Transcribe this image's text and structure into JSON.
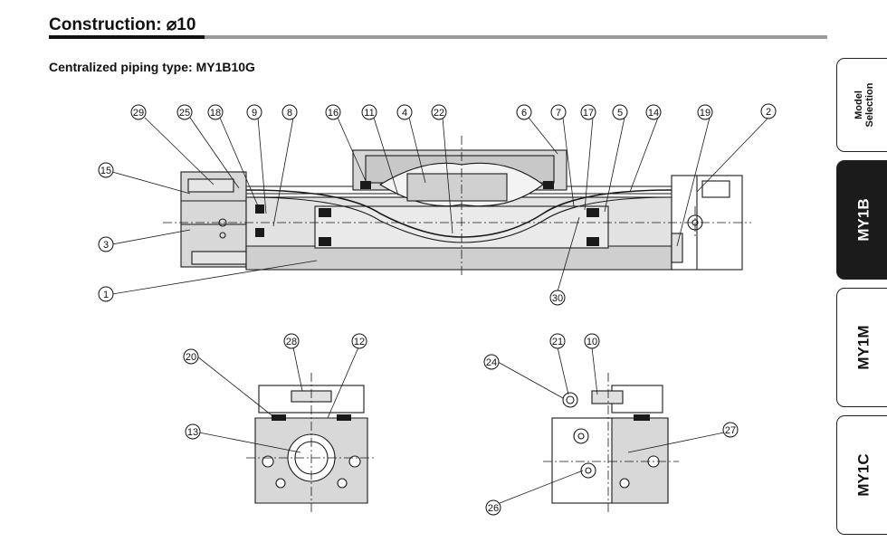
{
  "header": {
    "title": "Construction: ⌀10",
    "subtitle": "Centralized piping type: MY1B10G"
  },
  "callouts": {
    "top": [
      "29",
      "25",
      "18",
      "9",
      "8",
      "16",
      "11",
      "4",
      "22",
      "6",
      "7",
      "17",
      "5",
      "14",
      "19",
      "2",
      "15",
      "3",
      "1",
      "30"
    ],
    "bottom_left": [
      "28",
      "12",
      "20",
      "13"
    ],
    "bottom_right": [
      "21",
      "10",
      "24",
      "27",
      "26"
    ]
  },
  "side_tabs": [
    {
      "label": "Model Selection",
      "active": false
    },
    {
      "label": "MY1B",
      "active": true
    },
    {
      "label": "MY1M",
      "active": false
    },
    {
      "label": "MY1C",
      "active": false
    }
  ],
  "colors": {
    "part_fill": "#d8d8d8",
    "line": "#1a1a1a",
    "tab_active": "#1b1b1b",
    "rule": "#9a9a9a"
  }
}
